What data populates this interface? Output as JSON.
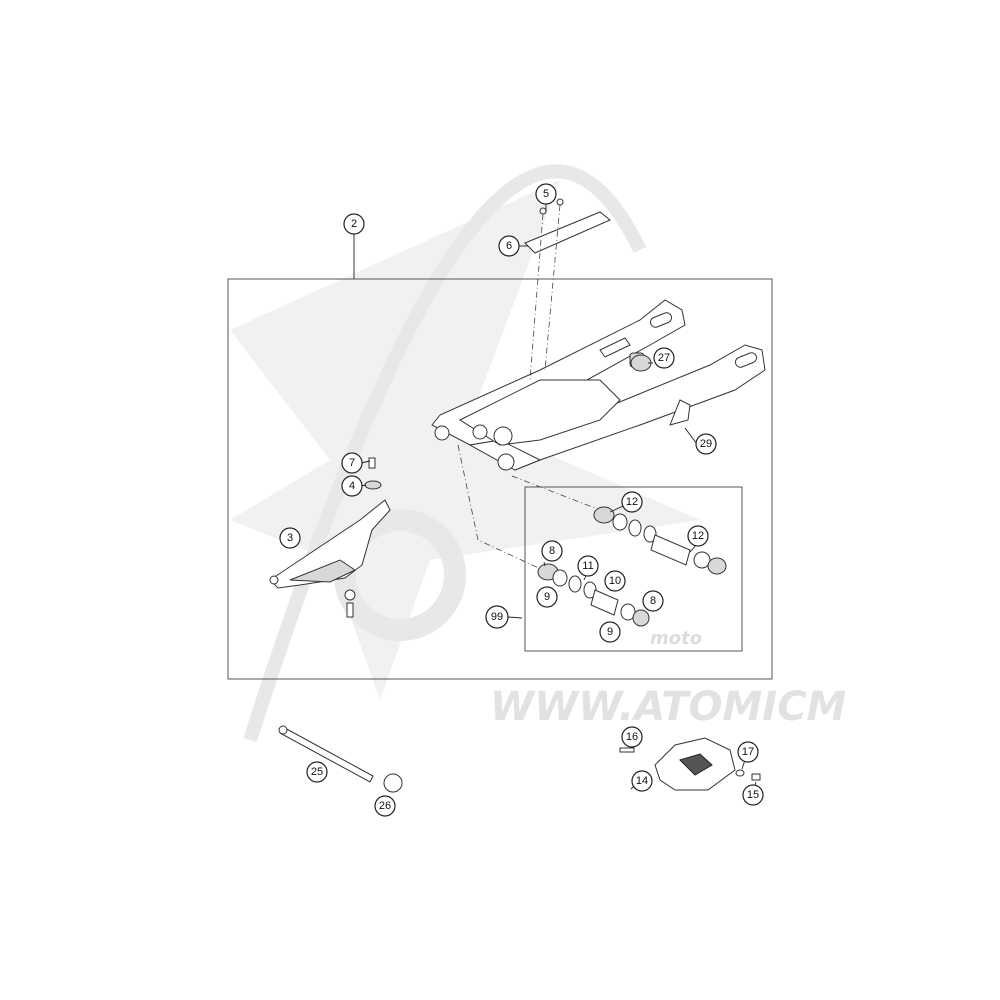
{
  "watermark": {
    "url_text": "WWW.ATOMICM",
    "brand_text": "moto"
  },
  "callouts": [
    {
      "id": "2",
      "label": "2"
    },
    {
      "id": "3",
      "label": "3"
    },
    {
      "id": "4",
      "label": "4"
    },
    {
      "id": "5",
      "label": "5"
    },
    {
      "id": "6",
      "label": "6"
    },
    {
      "id": "7",
      "label": "7"
    },
    {
      "id": "8a",
      "label": "8"
    },
    {
      "id": "8b",
      "label": "8"
    },
    {
      "id": "9a",
      "label": "9"
    },
    {
      "id": "9b",
      "label": "9"
    },
    {
      "id": "10",
      "label": "10"
    },
    {
      "id": "11",
      "label": "11"
    },
    {
      "id": "12a",
      "label": "12"
    },
    {
      "id": "12b",
      "label": "12"
    },
    {
      "id": "14",
      "label": "14"
    },
    {
      "id": "15",
      "label": "15"
    },
    {
      "id": "16",
      "label": "16"
    },
    {
      "id": "17",
      "label": "17"
    },
    {
      "id": "25",
      "label": "25"
    },
    {
      "id": "26",
      "label": "26"
    },
    {
      "id": "27",
      "label": "27"
    },
    {
      "id": "29",
      "label": "29"
    },
    {
      "id": "99",
      "label": "99"
    }
  ]
}
